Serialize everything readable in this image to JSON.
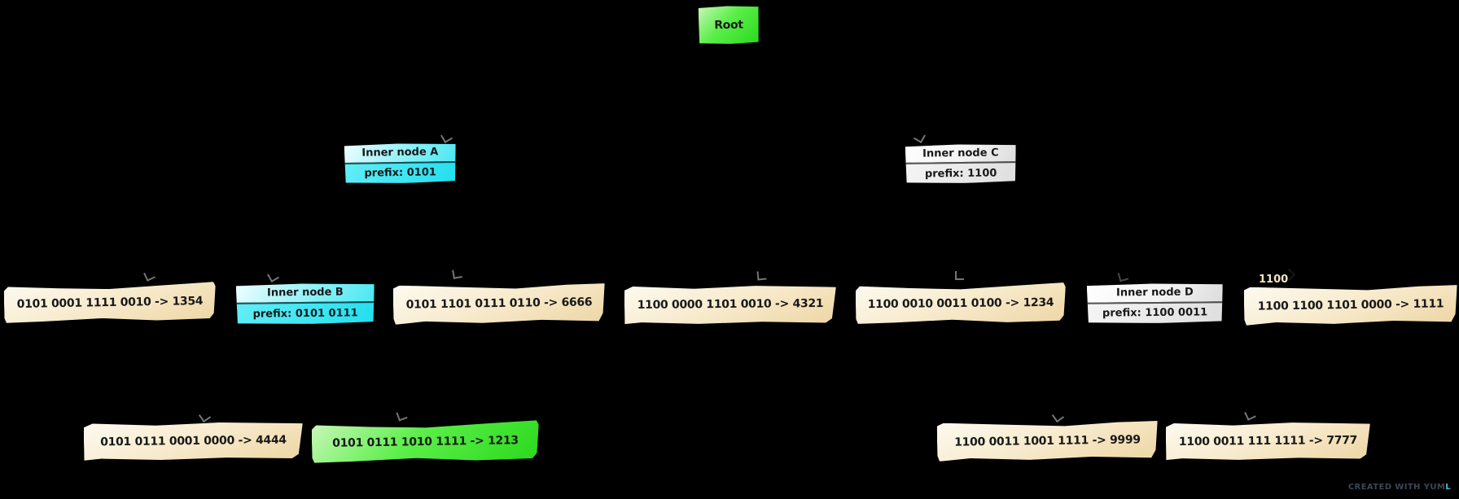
{
  "diagram": {
    "background": "#000000",
    "description": "Binary prefix trie rendered with yUML scruffy style"
  },
  "palette": {
    "root_green": "#3ddf2b",
    "inner_cyan": "#2ee4f0",
    "inner_white": "#e9e9e9",
    "leaf_tan": "#f6e7c4",
    "leaf_green": "#3fe42e",
    "arrow_grey": "#8a8a8a",
    "text": "#181818",
    "fragment_cream": "#f2e4c4",
    "watermark_grey": "#3c4754",
    "watermark_accent": "#35c2d4"
  },
  "nodes": {
    "root": {
      "label": "Root"
    },
    "inner_a": {
      "title": "Inner node A",
      "prefix": "prefix: 0101"
    },
    "inner_c": {
      "title": "Inner node C",
      "prefix": "prefix: 1100"
    },
    "leaf_1354": {
      "label": "0101 0001 1111 0010 -> 1354"
    },
    "inner_b": {
      "title": "Inner node B",
      "prefix": "prefix: 0101 0111"
    },
    "leaf_6666": {
      "label": "0101 1101 0111 0110 -> 6666"
    },
    "leaf_4321": {
      "label": "1100 0000 1101 0010 -> 4321"
    },
    "leaf_1234": {
      "label": "1100 0010 0011 0100 -> 1234"
    },
    "inner_d": {
      "title": "Inner node D",
      "prefix": "prefix: 1100 0011"
    },
    "leaf_1111": {
      "label": "1100 1100 1101 0000 -> 1111",
      "clipped_fragment": "1100"
    },
    "leaf_4444": {
      "label": "0101 0111 0001 0000 -> 4444"
    },
    "leaf_1213": {
      "label": "0101 0111 1010 1111 -> 1213"
    },
    "leaf_9999": {
      "label": "1100 0011 1001 1111 -> 9999"
    },
    "leaf_7777": {
      "label": "1100 0011 111 1111 -> 7777"
    }
  },
  "watermark": {
    "main": "CREATED WITH YUM",
    "accent": "L"
  }
}
